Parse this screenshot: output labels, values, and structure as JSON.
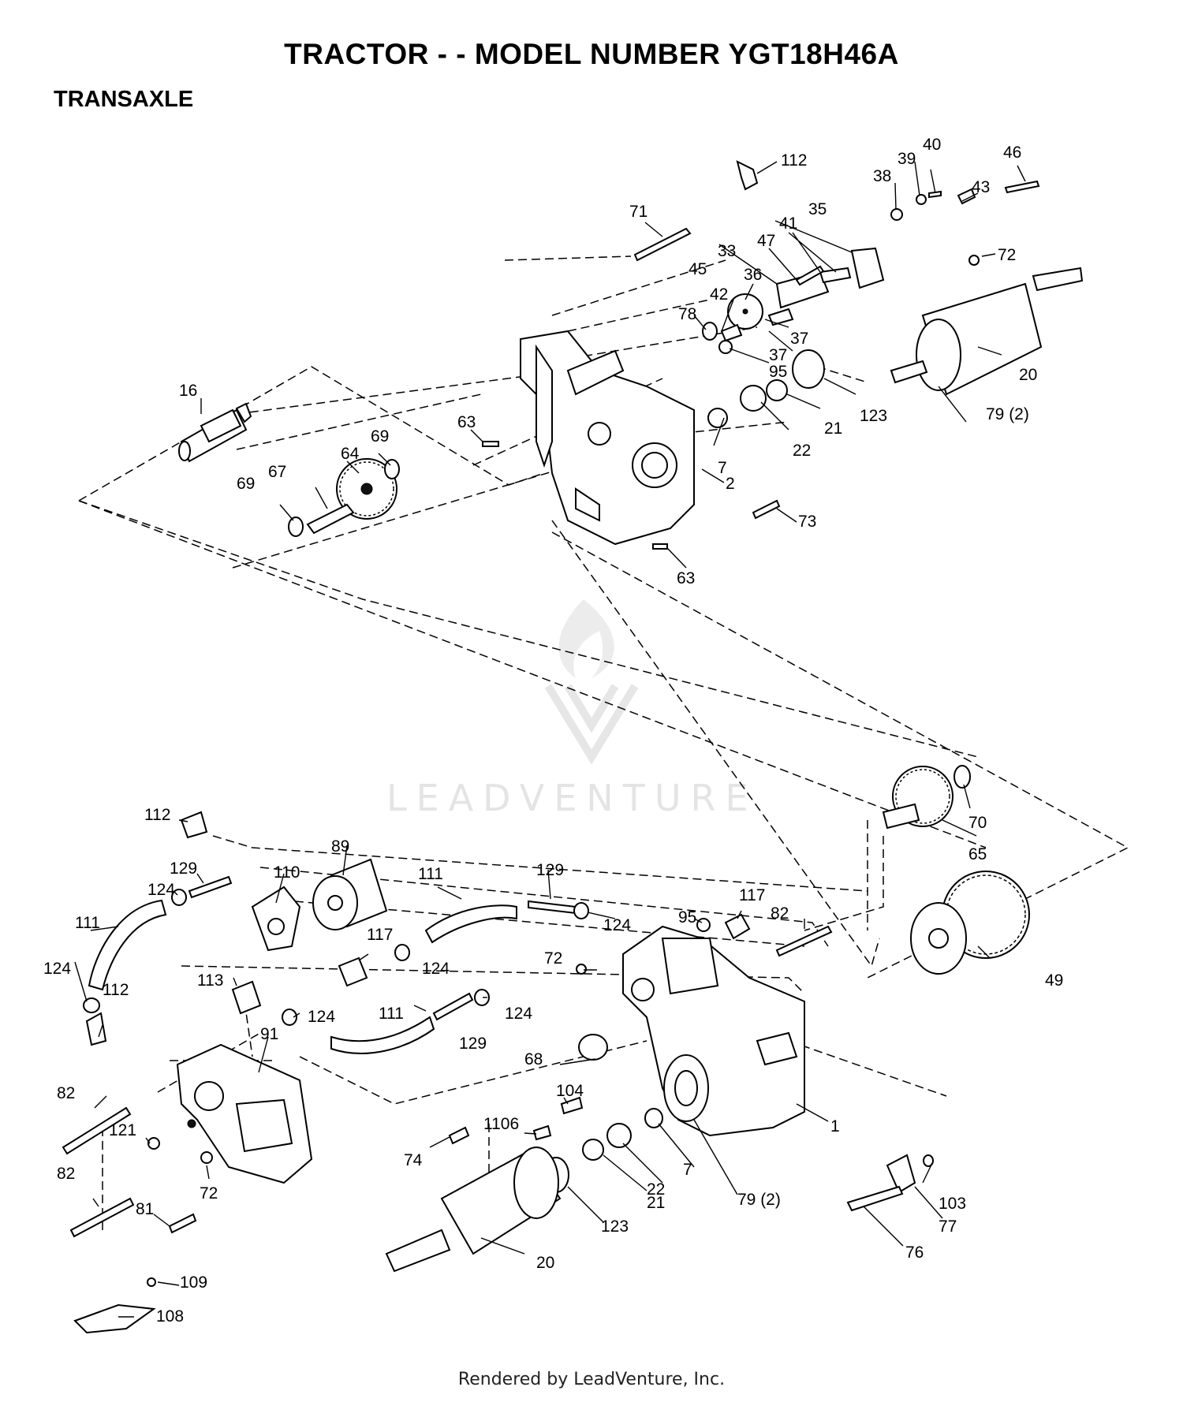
{
  "title": "TRACTOR - - MODEL NUMBER YGT18H46A",
  "section": "TRANSAXLE",
  "footer": "Rendered by LeadVenture, Inc.",
  "watermark": "LEADVENTURE",
  "callouts": {
    "c112a": "112",
    "c40": "40",
    "c46": "46",
    "c39": "39",
    "c38": "38",
    "c43": "43",
    "c35": "35",
    "c41": "41",
    "c71": "71",
    "c47": "47",
    "c33": "33",
    "c72a": "72",
    "c45": "45",
    "c36": "36",
    "c42": "42",
    "c78": "78",
    "c37a": "37",
    "c37b": "37",
    "c95a": "95",
    "c20a": "20",
    "c16": "16",
    "c123a": "123",
    "c21a": "21",
    "c63a": "63",
    "c69a": "69",
    "c22a": "22",
    "c79a": "79 (2)",
    "c64": "64",
    "c7a": "7",
    "c67": "67",
    "c2": "2",
    "c69b": "69",
    "c73": "73",
    "c63b": "63",
    "c70": "70",
    "c65": "65",
    "c112b": "112",
    "c89": "89",
    "c129a": "129",
    "c110": "110",
    "c111a": "111",
    "c129b": "129",
    "c124a": "124",
    "c117a": "117",
    "c82a": "82",
    "c111b": "111",
    "c95b": "95",
    "c124b": "124",
    "c117b": "117",
    "c124c": "124",
    "c72b": "72",
    "c49": "49",
    "c112c": "112",
    "c124d": "124",
    "c113": "113",
    "c124e": "124",
    "c111c": "111",
    "c124f": "124",
    "c91": "91",
    "c129c": "129",
    "c68": "68",
    "c82b": "82",
    "c104": "104",
    "c1": "1",
    "c121": "121",
    "c106": "1106",
    "c74": "74",
    "c7b": "7",
    "c82c": "82",
    "c72c": "72",
    "c22b": "22",
    "c103": "103",
    "c21b": "21",
    "c79b": "79 (2)",
    "c81": "81",
    "c123b": "123",
    "c77": "77",
    "c76": "76",
    "c20b": "20",
    "c109": "109",
    "c108": "108"
  }
}
